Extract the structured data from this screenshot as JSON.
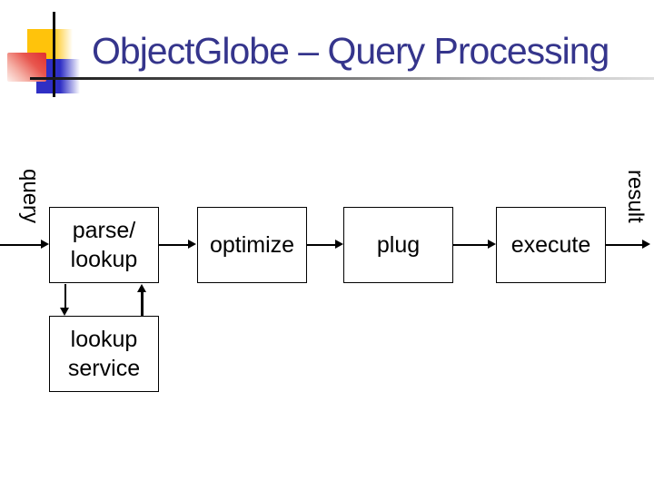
{
  "title": "ObjectGlobe – Query Processing",
  "flow": {
    "input_label": "query",
    "output_label": "result",
    "boxes": {
      "parse": {
        "line1": "parse/",
        "line2": "lookup"
      },
      "optimize": {
        "line1": "optimize"
      },
      "plug": {
        "line1": "plug"
      },
      "execute": {
        "line1": "execute"
      },
      "lookup_service": {
        "line1": "lookup",
        "line2": "service"
      }
    },
    "connections": [
      "query → parse/lookup",
      "parse/lookup → optimize",
      "optimize → plug",
      "plug → execute",
      "execute → result",
      "parse/lookup → lookup service",
      "lookup service → parse/lookup"
    ]
  },
  "colors": {
    "title_text": "#35358c",
    "logo_yellow": "#ffc30b",
    "logo_red": "#e02f2f",
    "logo_blue": "#2f2fc5",
    "diagram_ink": "#000000",
    "background": "#ffffff"
  }
}
